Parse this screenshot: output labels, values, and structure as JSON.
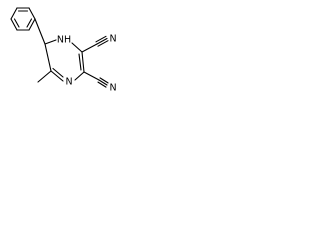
{
  "molecule": {
    "atoms": {
      "nh": "NH",
      "n_imine": "N",
      "nitrile_top": "N",
      "nitrile_bottom": "N"
    }
  },
  "colors": {
    "bond": "#000000",
    "label": "#000000",
    "background": "#ffffff"
  }
}
